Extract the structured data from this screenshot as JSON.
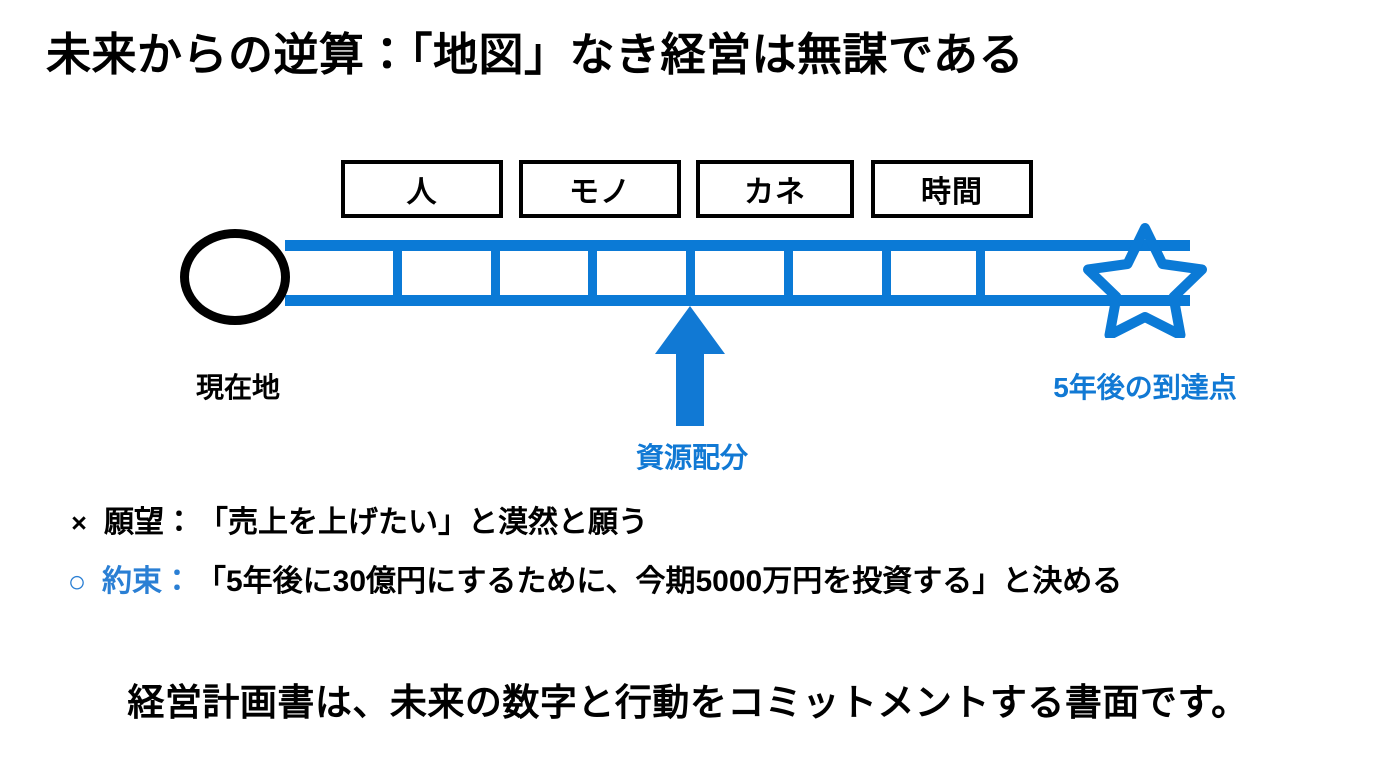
{
  "slide": {
    "title": "未来からの逆算：「地図」なき経営は無謀である",
    "background_color": "#ffffff",
    "accent_color": "#0b7ad6",
    "text_color": "#000000"
  },
  "resource_boxes": [
    {
      "label": "人"
    },
    {
      "label": "モノ"
    },
    {
      "label": "カネ"
    },
    {
      "label": "時間"
    }
  ],
  "timeline": {
    "segments": 8,
    "rail_color": "#0b7ad6",
    "start": {
      "icon": "circle-outline",
      "label": "現在地",
      "color": "#000000"
    },
    "goal": {
      "icon": "star-outline",
      "label": "5年後の到達点",
      "color": "#1179d4"
    },
    "allocation": {
      "icon": "arrow-up",
      "label": "資源配分",
      "color": "#1179d4"
    }
  },
  "bullets": [
    {
      "mark": "×",
      "mark_name": "cross-mark",
      "lead": "願望：",
      "rest": "「売上を上げたい」と漠然と願う"
    },
    {
      "mark": "○",
      "mark_name": "circle-mark",
      "lead": "約束：",
      "rest": "「5年後に30億円にするために、今期5000万円を投資する」と決める"
    }
  ],
  "footer": {
    "text": "経営計画書は、未来の数字と行動をコミットメントする書面です。"
  }
}
